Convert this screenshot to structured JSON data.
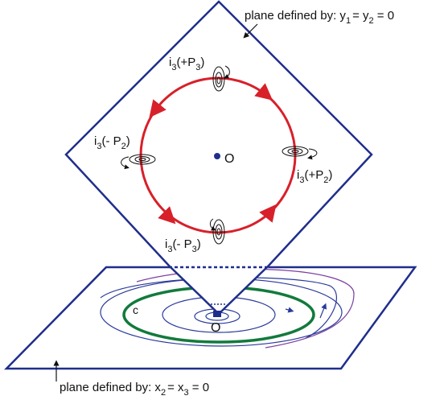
{
  "labels": {
    "top_plane_prefix": "plane defined by: y",
    "top_plane_sub1": "1",
    "top_plane_mid": "= y",
    "top_plane_sub2": "2",
    "top_plane_suffix": " = 0",
    "bottom_plane_prefix": "plane defined by: x",
    "bottom_plane_sub1": "2",
    "bottom_plane_mid": "= x",
    "bottom_plane_sub2": "3",
    "bottom_plane_suffix": " = 0",
    "center_top": "O",
    "center_bottom": "O",
    "curve_c": "c",
    "pt_top": {
      "i": "i",
      "isub": "3",
      "open": "(+P",
      "psub": "3",
      "close": ")"
    },
    "pt_bottom": {
      "i": "i",
      "isub": "3",
      "open": "(- P",
      "psub": "3",
      "close": ")"
    },
    "pt_left": {
      "i": "i",
      "isub": "3",
      "open": "(- P",
      "psub": "2",
      "close": ")"
    },
    "pt_right": {
      "i": "i",
      "isub": "3",
      "open": "(+P",
      "psub": "2",
      "close": ")"
    }
  },
  "colors": {
    "plane": "#1f2e8c",
    "cycle": "#d8202a",
    "green_orbit": "#127a3c",
    "spiral": "#2a3a9a",
    "outer_spiral": "#7b3fa0",
    "center_dot": "#1f2e8c",
    "text": "#111111"
  }
}
